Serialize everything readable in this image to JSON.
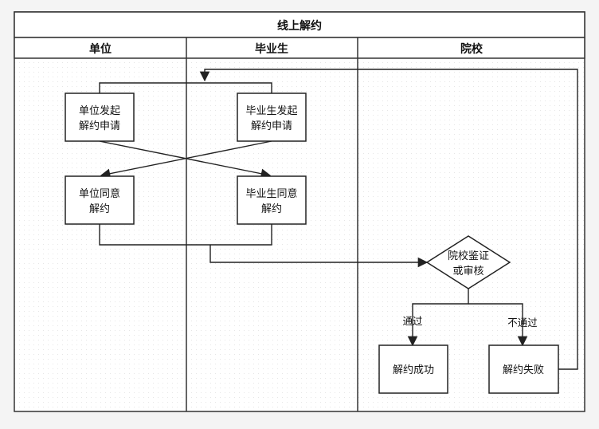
{
  "pool": {
    "title": "线上解约"
  },
  "lanes": [
    {
      "label": "单位"
    },
    {
      "label": "毕业生"
    },
    {
      "label": "院校"
    }
  ],
  "nodes": {
    "employer_initiate": [
      "单位发起",
      "解约申请"
    ],
    "graduate_initiate": [
      "毕业生发起",
      "解约申请"
    ],
    "employer_agree": [
      "单位同意",
      "解约"
    ],
    "graduate_agree": [
      "毕业生同意",
      "解约"
    ],
    "school_review": [
      "院校鉴证",
      "或审核"
    ],
    "success": [
      "解约成功"
    ],
    "failure": [
      "解约失败"
    ]
  },
  "edge_labels": {
    "pass": "通过",
    "fail": "不通过"
  }
}
